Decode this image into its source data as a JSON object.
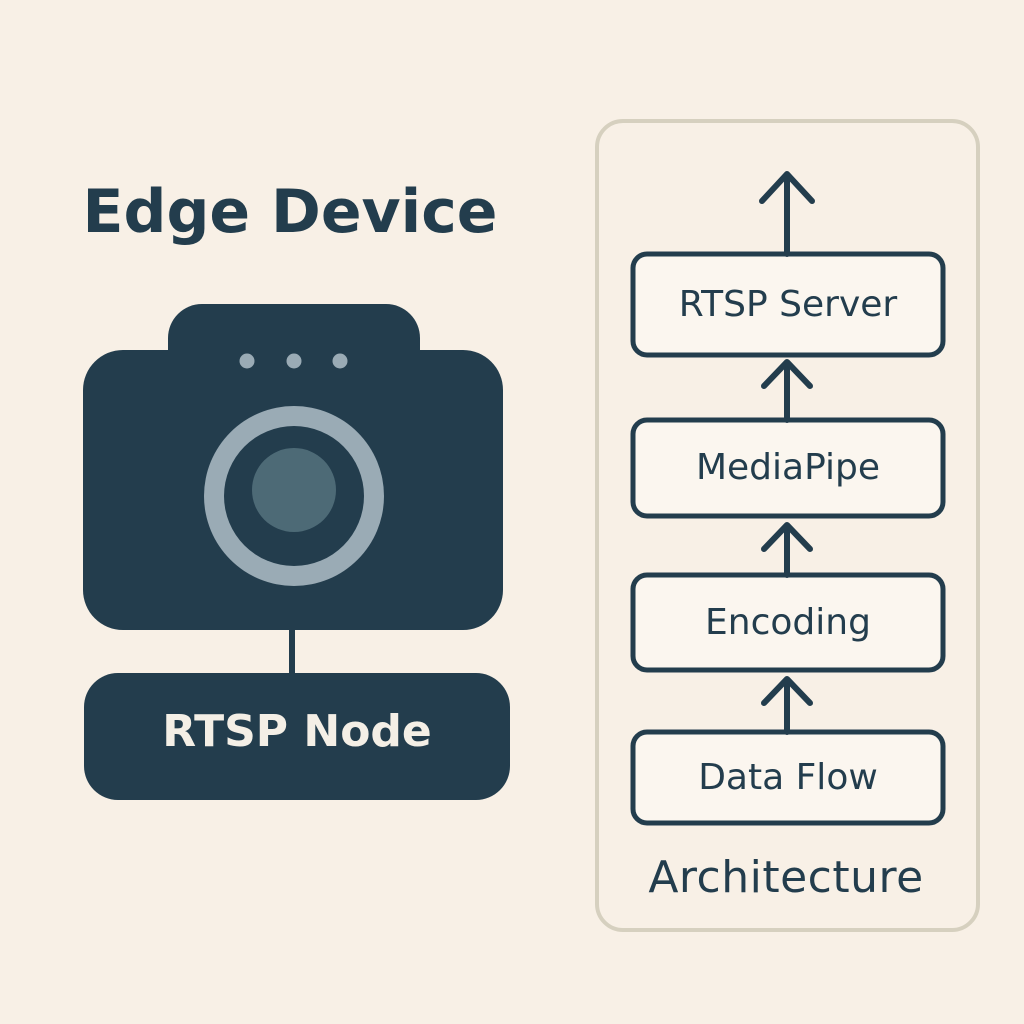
{
  "edge": {
    "title": "Edge Device",
    "node_label": "RTSP Node"
  },
  "architecture": {
    "label": "Architecture",
    "stages": [
      {
        "label": "RTSP Server"
      },
      {
        "label": "MediaPipe"
      },
      {
        "label": "Encoding"
      },
      {
        "label": "Data Flow"
      }
    ]
  },
  "colors": {
    "background": "#f8f0e6",
    "dark": "#233d4d",
    "panel_border": "#d6d0bf",
    "lens_ring": "#9aabb5",
    "lens_core": "#4d6a76",
    "box_fill": "#fbf6ef"
  }
}
